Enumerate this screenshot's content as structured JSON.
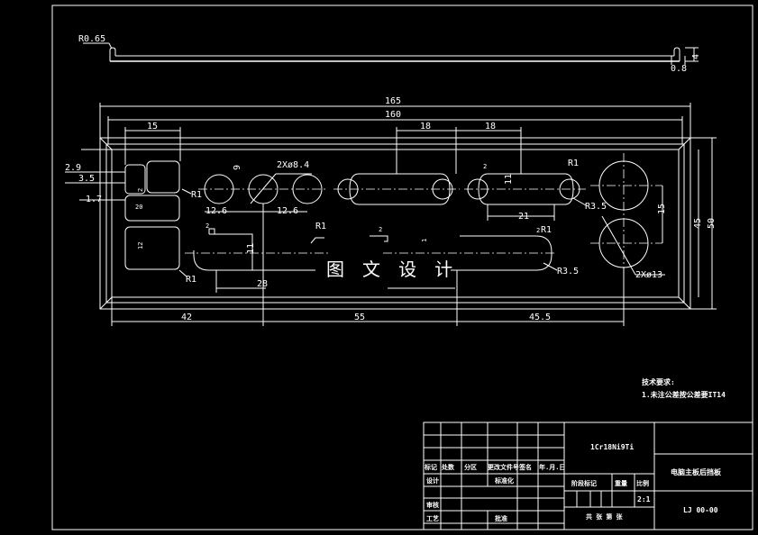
{
  "top_view": {
    "radius_label": "R0.65",
    "height_label": "4",
    "thickness_label": "0.8"
  },
  "dimensions": {
    "overall_165": "165",
    "overall_160": "160",
    "d15": "15",
    "d18a": "18",
    "d18b": "18",
    "d2_9": "2.9",
    "d3_5": "3.5",
    "d1_7": "1.7",
    "d9": "9",
    "d2x_phi8_4": "2Xø8.4",
    "d12_6a": "12.6",
    "d12_6b": "12.6",
    "d2a": "2",
    "d2b": "2",
    "d2c": "2",
    "d2d": "2",
    "d2e": "2",
    "d20": "20",
    "d12": "12",
    "d11a": "11",
    "d11b": "11",
    "d1": "1",
    "d28": "28",
    "d21": "21",
    "d15v": "15",
    "d45": "45",
    "d50": "50",
    "d42": "42",
    "d55": "55",
    "d45_5": "45.5",
    "r1a": "R1",
    "r1b": "R1",
    "r1c": "R1",
    "r1d": "R1",
    "r1e": "R1",
    "r3_5a": "R3.5",
    "r3_5b": "R3.5",
    "d2x_phi13": "2Xø13"
  },
  "watermark": "图 文 设 计",
  "notes": {
    "title": "技术要求:",
    "item1": "1.未注公差按公差要IT14"
  },
  "title_block": {
    "material": "1Cr18Ni9Ti",
    "part_name": "电脑主板后挡板",
    "drawing_no": "LJ 00-00",
    "scale": "2:1",
    "h_mark": "标记",
    "h_count": "处数",
    "h_zone": "分区",
    "h_change_doc": "更改文件号",
    "h_sign": "签名",
    "h_date": "年.月.日",
    "h_design": "设计",
    "h_standard": "标准化",
    "h_stage_mark": "阶段标记",
    "h_weight": "重量",
    "h_ratio": "比例",
    "h_review": "审核",
    "h_process": "工艺",
    "h_approve": "批准",
    "h_sheets": "共  张  第  张"
  }
}
